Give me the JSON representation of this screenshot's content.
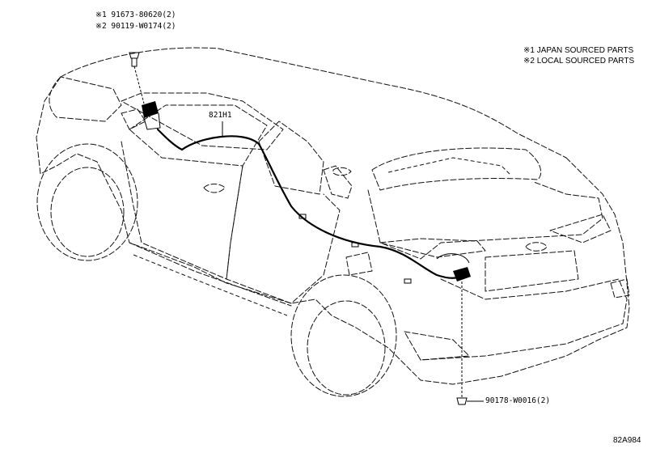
{
  "parts": {
    "bolt_1": "※1 91673-80620(2)",
    "bolt_2": "※2 90119-W0174(2)",
    "harness": "821H1",
    "clip": "90178-W0016(2)"
  },
  "notes": {
    "japan": "※1 JAPAN SOURCED PARTS",
    "local": "※2 LOCAL SOURCED PARTS"
  },
  "figure_id": "82A984"
}
